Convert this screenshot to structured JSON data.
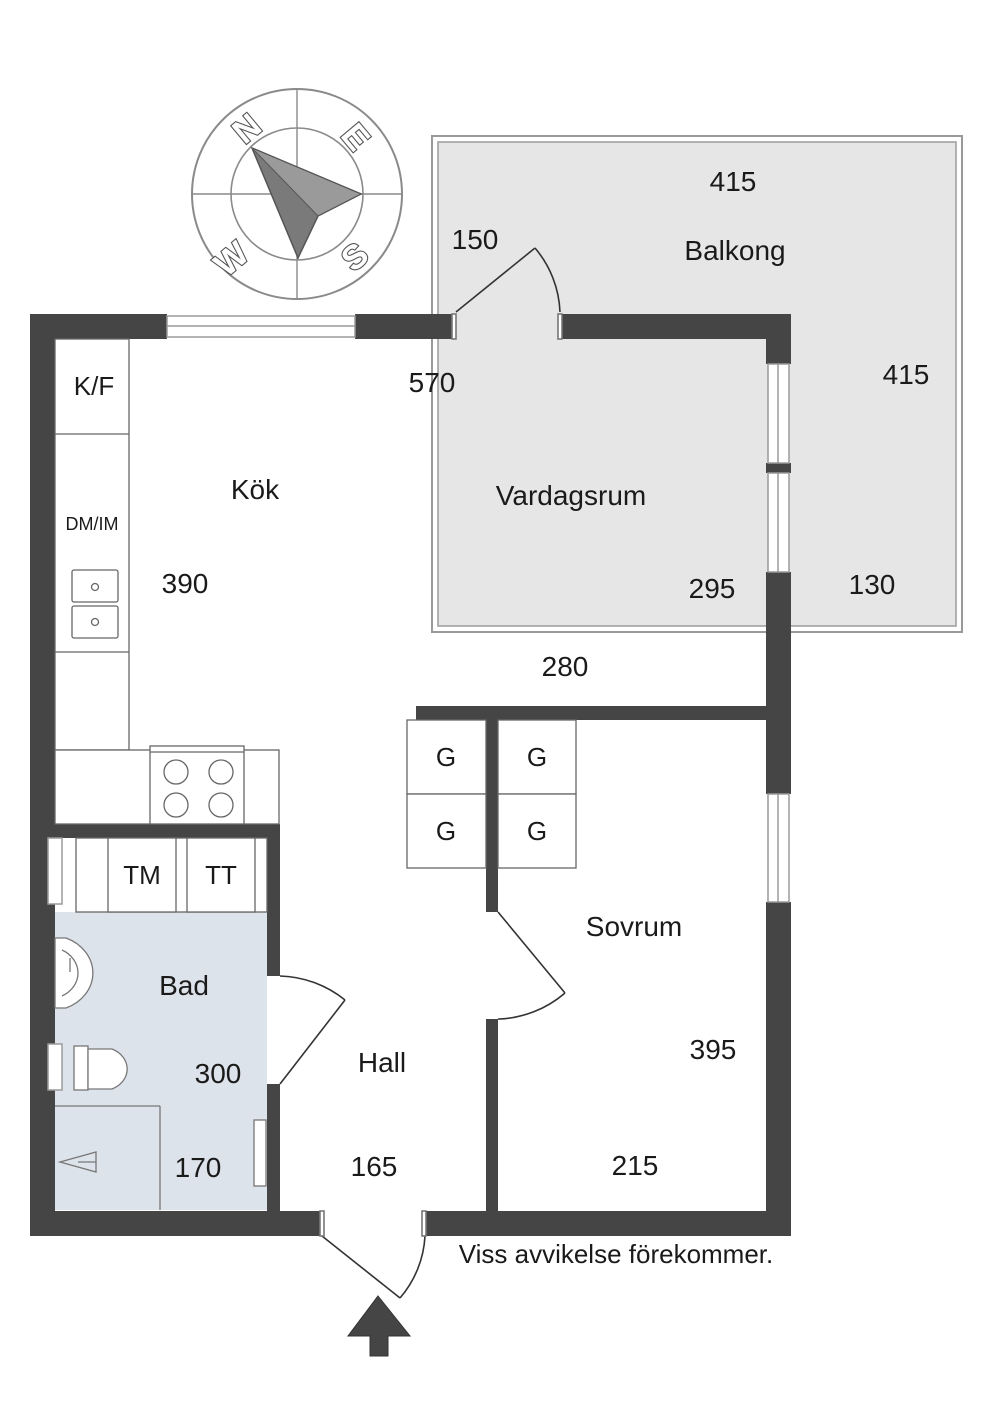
{
  "rooms": {
    "kok": "Kök",
    "vardagsrum": "Vardagsrum",
    "balkong": "Balkong",
    "bad": "Bad",
    "hall": "Hall",
    "sovrum": "Sovrum"
  },
  "dimensions": {
    "balkong_top": "415",
    "balkong_side": "415",
    "balkong_door": "150",
    "balkong_bottom": "130",
    "living_width": "570",
    "kitchen_depth": "390",
    "living_depth": "295",
    "living_lower": "280",
    "bath_height": "300",
    "bath_width": "170",
    "hall_width": "165",
    "bedroom_depth": "395",
    "bedroom_width": "215"
  },
  "appliances": {
    "fridge": "K/F",
    "dishwasher": "DM/IM",
    "washer": "TM",
    "dryer": "TT",
    "wardrobe": "G"
  },
  "compass": {
    "n": "N",
    "e": "E",
    "s": "S",
    "w": "W"
  },
  "note": "Viss avvikelse förekommer.",
  "colors": {
    "wall": "#454545",
    "balcony": "#e6e6e6",
    "bath": "#dde3ea"
  }
}
